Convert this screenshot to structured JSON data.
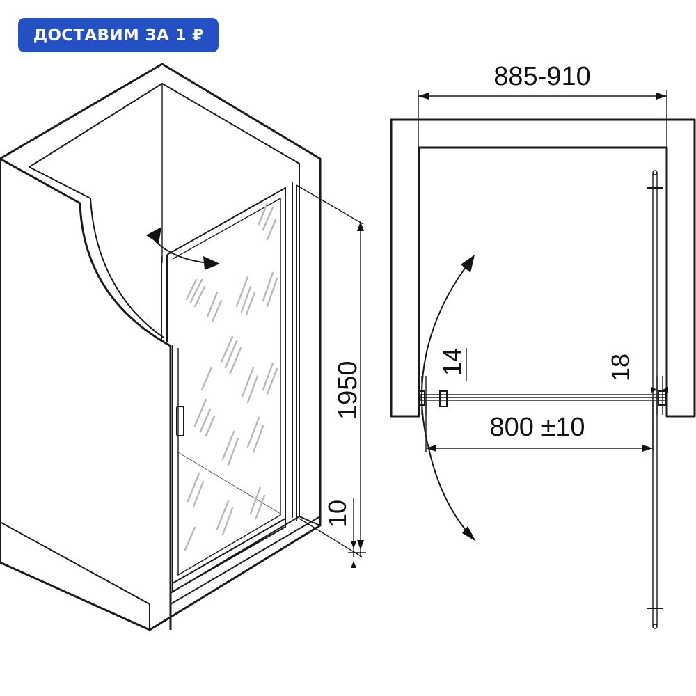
{
  "badge": {
    "text": "ДОСТАВИМ ЗА 1 ₽",
    "color": "#2450c4"
  },
  "dimensions": {
    "height": "1950",
    "bottom_gap": "10",
    "opening_width": "885-910",
    "door_width": "800 ±10",
    "left_profile": "14",
    "right_profile": "18"
  },
  "colors": {
    "line": "#1a1a1a",
    "glass_pattern": "#b8b8b8"
  }
}
